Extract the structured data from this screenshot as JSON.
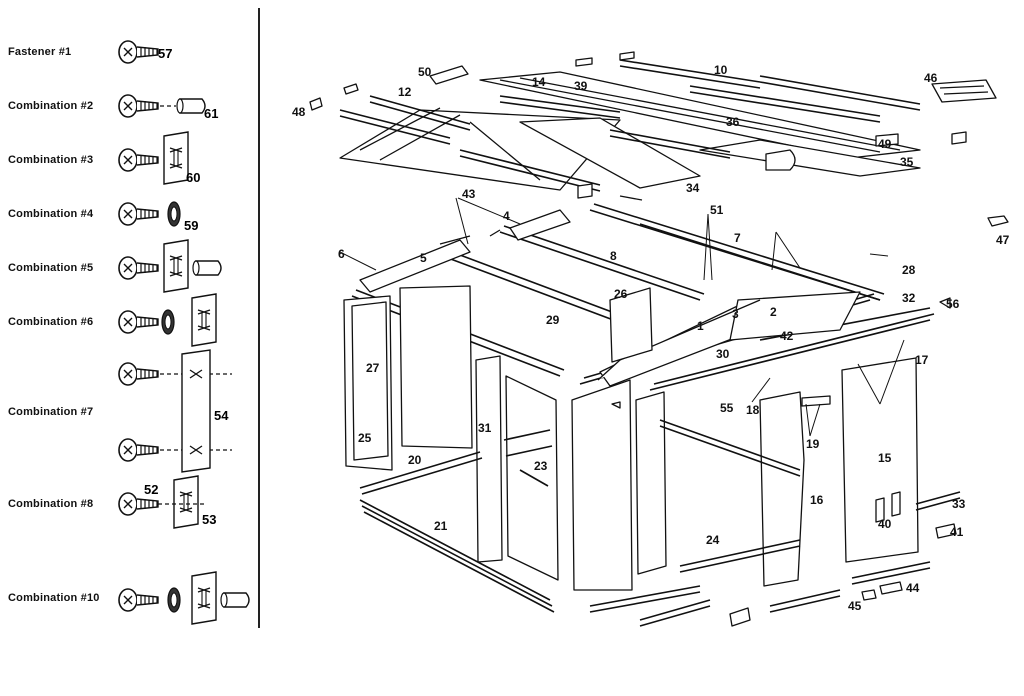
{
  "legend": [
    {
      "label": "Fastener #1",
      "parts": [
        "57"
      ]
    },
    {
      "label": "Combination #2",
      "parts": [
        "61"
      ]
    },
    {
      "label": "Combination #3",
      "parts": [
        "60"
      ]
    },
    {
      "label": "Combination #4",
      "parts": [
        "59"
      ]
    },
    {
      "label": "Combination #5",
      "parts": []
    },
    {
      "label": "Combination #6",
      "parts": []
    },
    {
      "label": "Combination #7",
      "parts": [
        "54"
      ]
    },
    {
      "label": "Combination #8",
      "parts": [
        "52",
        "53"
      ]
    },
    {
      "label": "Combination #10",
      "parts": []
    }
  ],
  "callouts": [
    "1",
    "2",
    "3",
    "4",
    "5",
    "6",
    "7",
    "8",
    "10",
    "12",
    "14",
    "15",
    "16",
    "17",
    "18",
    "19",
    "20",
    "21",
    "23",
    "24",
    "25",
    "26",
    "27",
    "28",
    "29",
    "30",
    "31",
    "32",
    "33",
    "34",
    "35",
    "36",
    "39",
    "40",
    "41",
    "42",
    "43",
    "44",
    "45",
    "46",
    "47",
    "48",
    "49",
    "50",
    "51",
    "55",
    "56"
  ]
}
